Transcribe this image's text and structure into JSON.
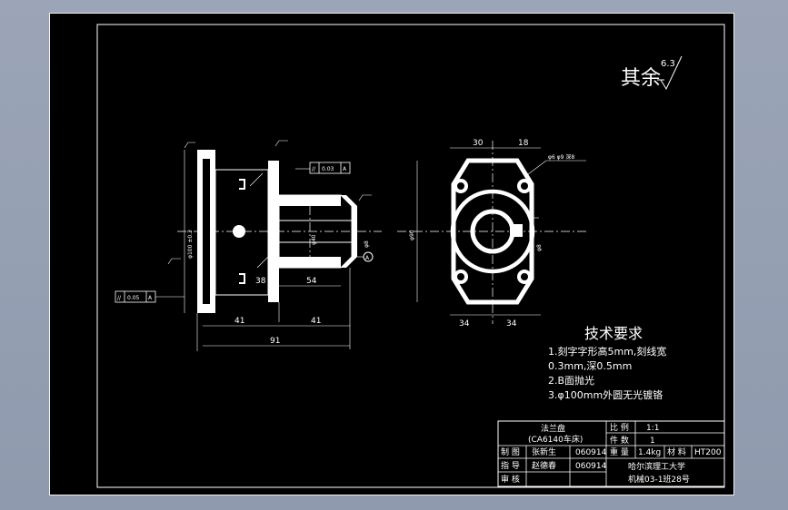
{
  "drawing": {
    "surface_finish": {
      "label": "其余",
      "value": "6.3"
    },
    "technical_requirements": {
      "title": "技术要求",
      "items": [
        "1.刻字字形高5mm,刻线宽",
        "0.3mm,深0.5mm",
        "2.B面抛光",
        "3.φ100mm外圆无光镀铬"
      ]
    },
    "dimensions": {
      "front_bottom_left": "41",
      "front_bottom_right": "41",
      "front_overall": "91",
      "front_inner_1": "38",
      "front_inner_2": "54",
      "side_top_left": "30",
      "side_top_right": "18",
      "side_bottom_left": "34",
      "side_bottom_right": "34",
      "side_left_dia": "φ90",
      "side_hole_callout": "φ6  φ9 深8",
      "side_right_small": "φ8",
      "front_left_dia": "φ100 ±0.2",
      "front_bore": "φ40",
      "front_bore_right": "φ8",
      "datum_label": "A"
    },
    "tolerance_frames": [
      {
        "symbol": "//",
        "value": "0.03",
        "datum": "A"
      },
      {
        "symbol": "//",
        "value": "0.05",
        "datum": "A"
      }
    ],
    "title_block": {
      "part_name": "法兰盘",
      "part_sub": "(CA6140车床)",
      "scale_label": "比 例",
      "scale_value": "1:1",
      "qty_label": "件 数",
      "qty_value": "1",
      "weight_label": "重 量",
      "weight_value": "1.4kg",
      "material_label": "材 料",
      "material_value": "HT200",
      "drawn_label": "制 图",
      "drawn_name": "张新生",
      "drawn_date": "060914",
      "guide_label": "指 导",
      "guide_name": "赵德春",
      "guide_date": "060914",
      "review_label": "审 核",
      "school": "哈尔滨理工大学",
      "class_no": "机械03-1班28号"
    }
  }
}
